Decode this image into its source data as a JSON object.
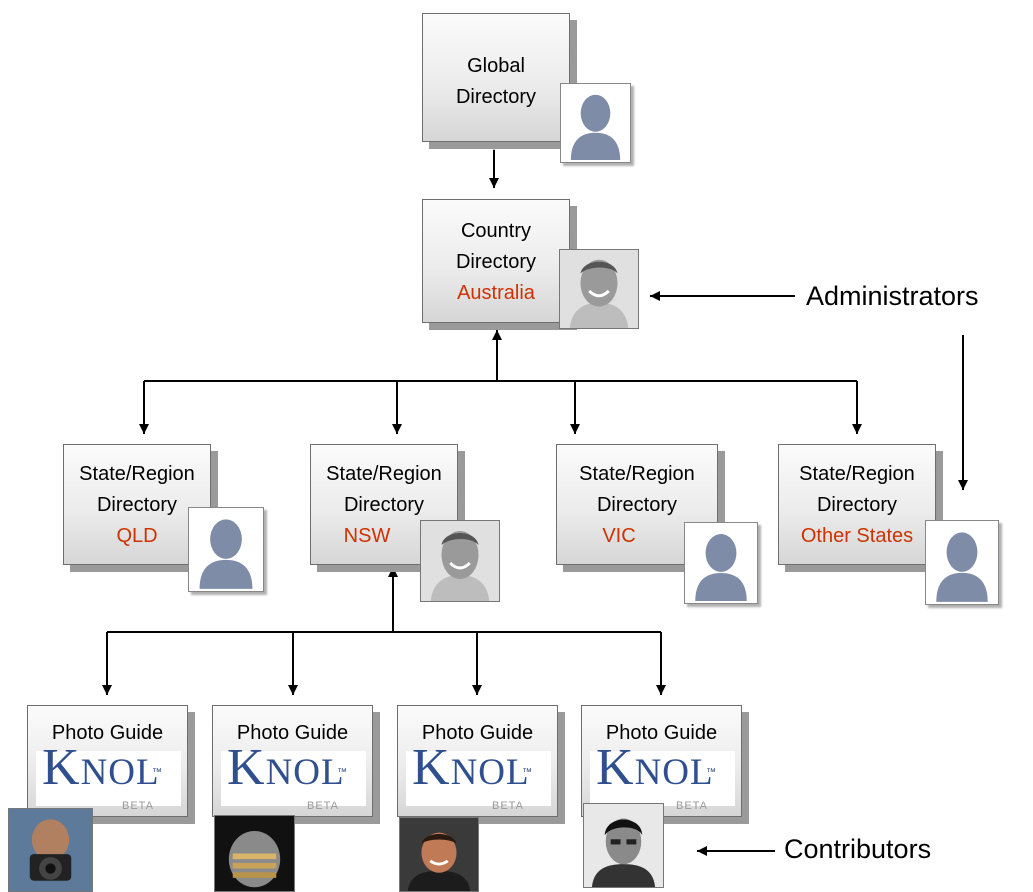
{
  "global": {
    "line1": "Global",
    "line2": "Directory"
  },
  "country": {
    "line1": "Country",
    "line2": "Directory",
    "name": "Australia"
  },
  "states": [
    {
      "line1": "State/Region",
      "line2": "Directory",
      "name": "QLD"
    },
    {
      "line1": "State/Region",
      "line2": "Directory",
      "name": "NSW"
    },
    {
      "line1": "State/Region",
      "line2": "Directory",
      "name": "VIC"
    },
    {
      "line1": "State/Region",
      "line2": "Directory",
      "name": "Other States"
    }
  ],
  "guides": [
    {
      "title": "Photo Guide",
      "logo_k": "K",
      "logo_nol": "NOL",
      "logo_tm": "™",
      "logo_beta": "BETA"
    },
    {
      "title": "Photo Guide",
      "logo_k": "K",
      "logo_nol": "NOL",
      "logo_tm": "™",
      "logo_beta": "BETA"
    },
    {
      "title": "Photo Guide",
      "logo_k": "K",
      "logo_nol": "NOL",
      "logo_tm": "™",
      "logo_beta": "BETA"
    },
    {
      "title": "Photo Guide",
      "logo_k": "K",
      "logo_nol": "NOL",
      "logo_tm": "™",
      "logo_beta": "BETA"
    }
  ],
  "labels": {
    "administrators": "Administrators",
    "contributors": "Contributors"
  },
  "colors": {
    "highlight_text": "#cc3300",
    "knol_blue": "#2f4f8f",
    "silhouette": "#7f8ca8"
  }
}
